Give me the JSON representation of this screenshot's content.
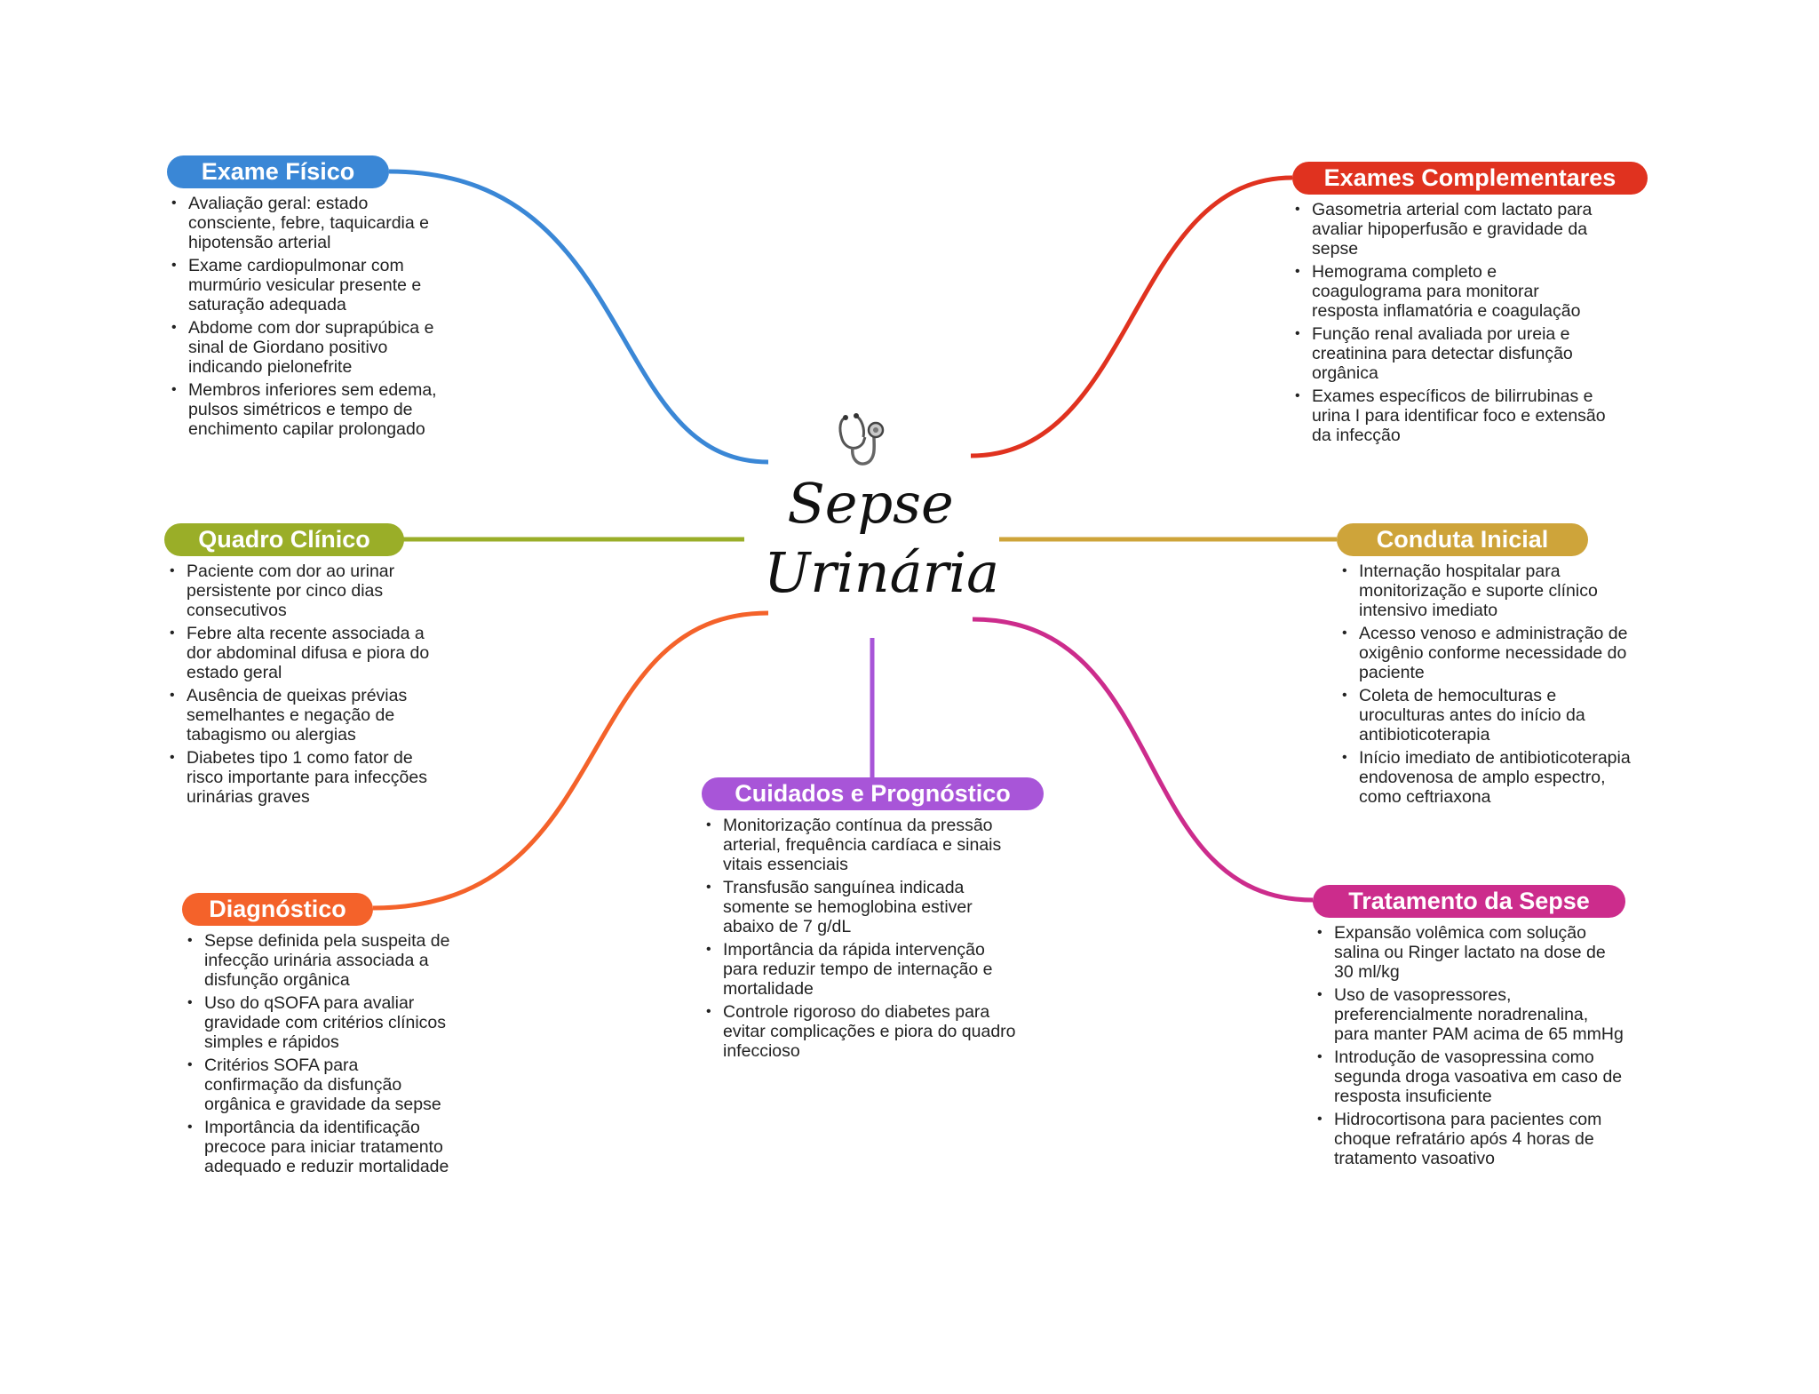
{
  "center": {
    "title_line1": "Sepse",
    "title_line2": "Urinária",
    "icon": "stethoscope-icon"
  },
  "branches": {
    "exame_fisico": {
      "title": "Exame Físico",
      "color": "#3a87d6",
      "items": [
        "Avaliação geral: estado consciente, febre, taquicardia e hipotensão arterial",
        "Exame cardiopulmonar com murmúrio vesicular presente e saturação adequada",
        "Abdome com dor suprapúbica e sinal de Giordano positivo indicando pielonefrite",
        "Membros inferiores sem edema, pulsos simétricos e tempo de enchimento capilar prolongado"
      ]
    },
    "quadro_clinico": {
      "title": "Quadro Clínico",
      "color": "#9aae28",
      "items": [
        "Paciente com dor ao urinar persistente por cinco dias consecutivos",
        "Febre alta recente associada a dor abdominal difusa e piora do estado geral",
        "Ausência de queixas prévias semelhantes e negação de tabagismo ou alergias",
        "Diabetes tipo 1 como fator de risco importante para infecções urinárias graves"
      ]
    },
    "diagnostico": {
      "title": "Diagnóstico",
      "color": "#f4622a",
      "items": [
        "Sepse definida pela suspeita de infecção urinária associada a disfunção orgânica",
        "Uso do qSOFA para avaliar gravidade com critérios clínicos simples e rápidos",
        "Critérios SOFA para confirmação da disfunção orgânica e gravidade da sepse",
        "Importância da identificação precoce para iniciar tratamento adequado e reduzir mortalidade"
      ]
    },
    "cuidados": {
      "title": "Cuidados e Prognóstico",
      "color": "#a855d8",
      "items": [
        "Monitorização contínua da pressão arterial, frequência cardíaca e sinais vitais essenciais",
        "Transfusão sanguínea indicada somente se hemoglobina estiver abaixo de 7 g/dL",
        "Importância da rápida intervenção para reduzir tempo de internação e mortalidade",
        "Controle rigoroso do diabetes para evitar complicações e piora do quadro infeccioso"
      ]
    },
    "exames_complementares": {
      "title": "Exames Complementares",
      "color": "#e0321f",
      "items": [
        "Gasometria arterial com lactato para avaliar hipoperfusão e gravidade da sepse",
        "Hemograma completo e coagulograma para monitorar resposta inflamatória e coagulação",
        "Função renal avaliada por ureia e creatinina para detectar disfunção orgânica",
        "Exames específicos de bilirrubinas e urina I para identificar foco e extensão da infecção"
      ]
    },
    "conduta_inicial": {
      "title": "Conduta Inicial",
      "color": "#cea43a",
      "items": [
        "Internação hospitalar para monitorização e suporte clínico intensivo imediato",
        "Acesso venoso e administração de oxigênio conforme necessidade do paciente",
        "Coleta de hemoculturas e uroculturas antes do início da antibioticoterapia",
        "Início imediato de antibioticoterapia endovenosa de amplo espectro, como ceftriaxona"
      ]
    },
    "tratamento": {
      "title": "Tratamento da Sepse",
      "color": "#cc2c8c",
      "items": [
        "Expansão volêmica com solução salina ou Ringer lactato na dose de 30 ml/kg",
        "Uso de vasopressores, preferencialmente noradrenalina, para manter PAM acima de 65 mmHg",
        "Introdução de vasopressina como segunda droga vasoativa em caso de resposta insuficiente",
        "Hidrocortisona para pacientes com choque refratário após 4 horas de tratamento vasoativo"
      ]
    }
  }
}
